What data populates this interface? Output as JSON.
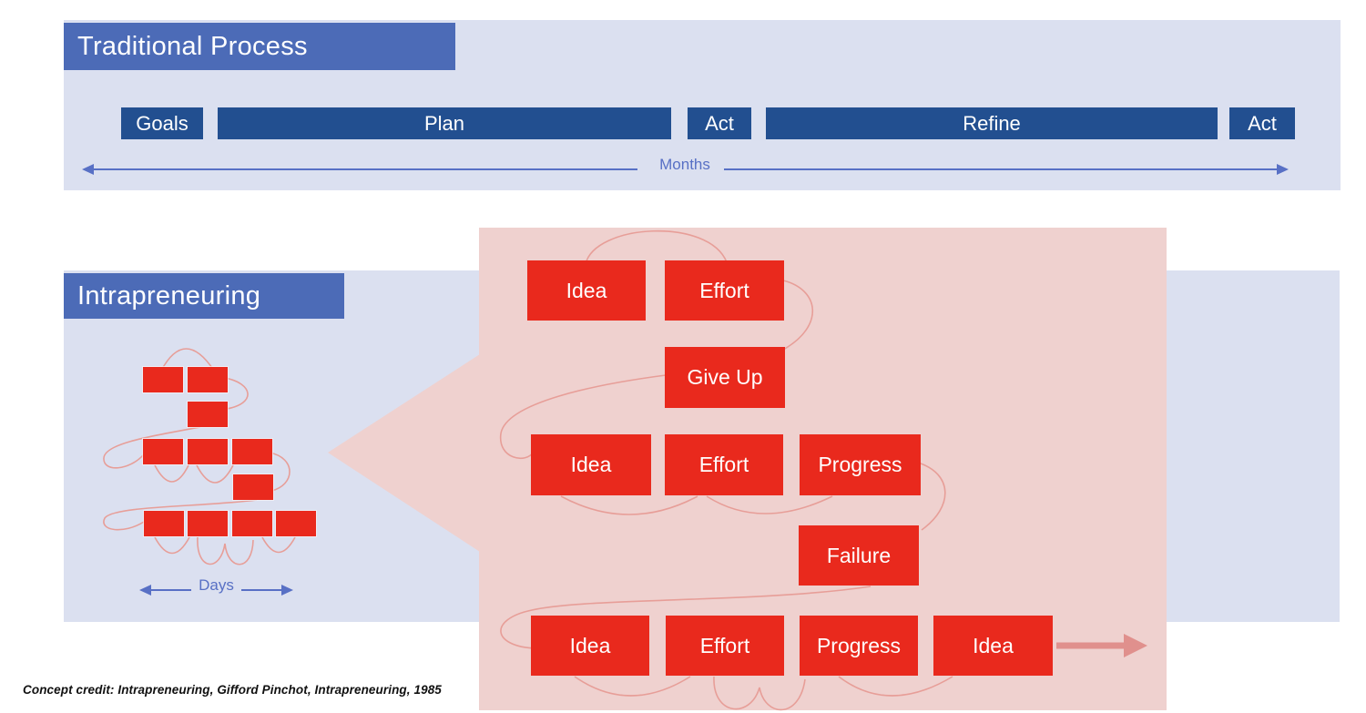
{
  "traditional": {
    "title": "Traditional Process",
    "steps": [
      "Goals",
      "Plan",
      "Act",
      "Refine",
      "Act"
    ],
    "timeline_label": "Months"
  },
  "intrapreneuring": {
    "title": "Intrapreneuring",
    "timeline_label": "Days"
  },
  "callout": {
    "boxes": [
      "Idea",
      "Effort",
      "Give Up",
      "Idea",
      "Effort",
      "Progress",
      "Failure",
      "Idea",
      "Effort",
      "Progress",
      "Idea"
    ]
  },
  "footer": {
    "credit": "Concept credit: Intrapreneuring, Gifford Pinchot, Intrapreneuring, 1985"
  },
  "colors": {
    "band_blue": "#DBE0F0",
    "header_blue": "#4C6BB7",
    "process_navy": "#224F90",
    "timeline_periwinkle": "#5870C5",
    "box_red": "#E9291D",
    "callout_pink": "#EFD1CF",
    "squiggle_salmon": "#E79E98",
    "callout_arrow_pink": "#E0908D"
  }
}
